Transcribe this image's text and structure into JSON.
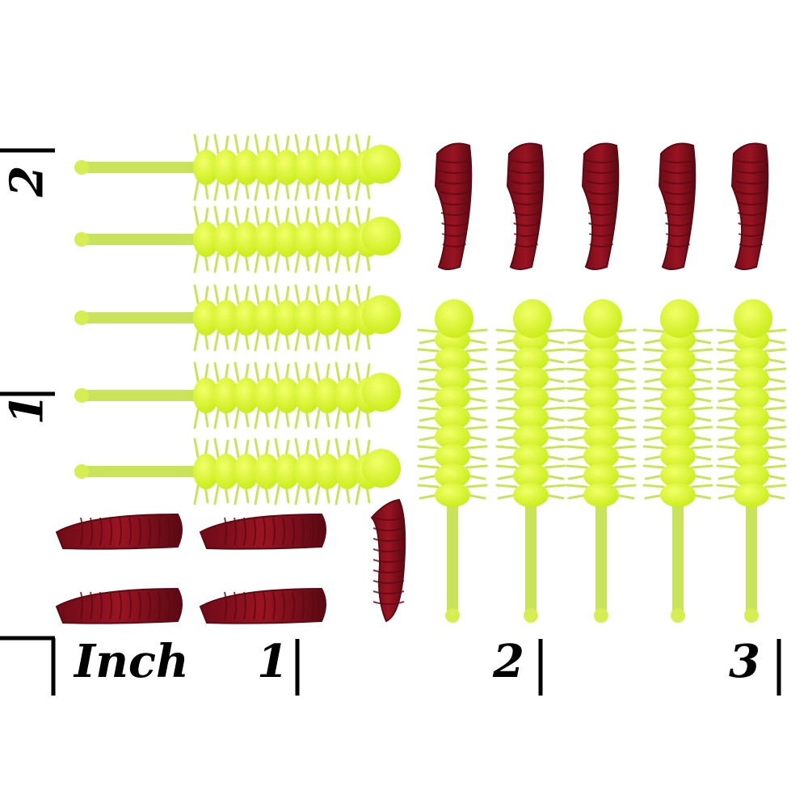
{
  "ruler": {
    "unit_label": "Inch",
    "bottom_marks": [
      "1",
      "2",
      "3"
    ],
    "left_marks": [
      "2",
      "1"
    ]
  },
  "colors": {
    "background": "#ffffff",
    "chartreuse_lure": "#d9f52a",
    "chartreuse_tail": "#c9e45a",
    "red_lure": "#8a0f1c",
    "red_lure_dark": "#5d0a14",
    "ruler_ink": "#000000"
  },
  "lures": {
    "chartreuse_count": 10,
    "red_count": 10
  }
}
